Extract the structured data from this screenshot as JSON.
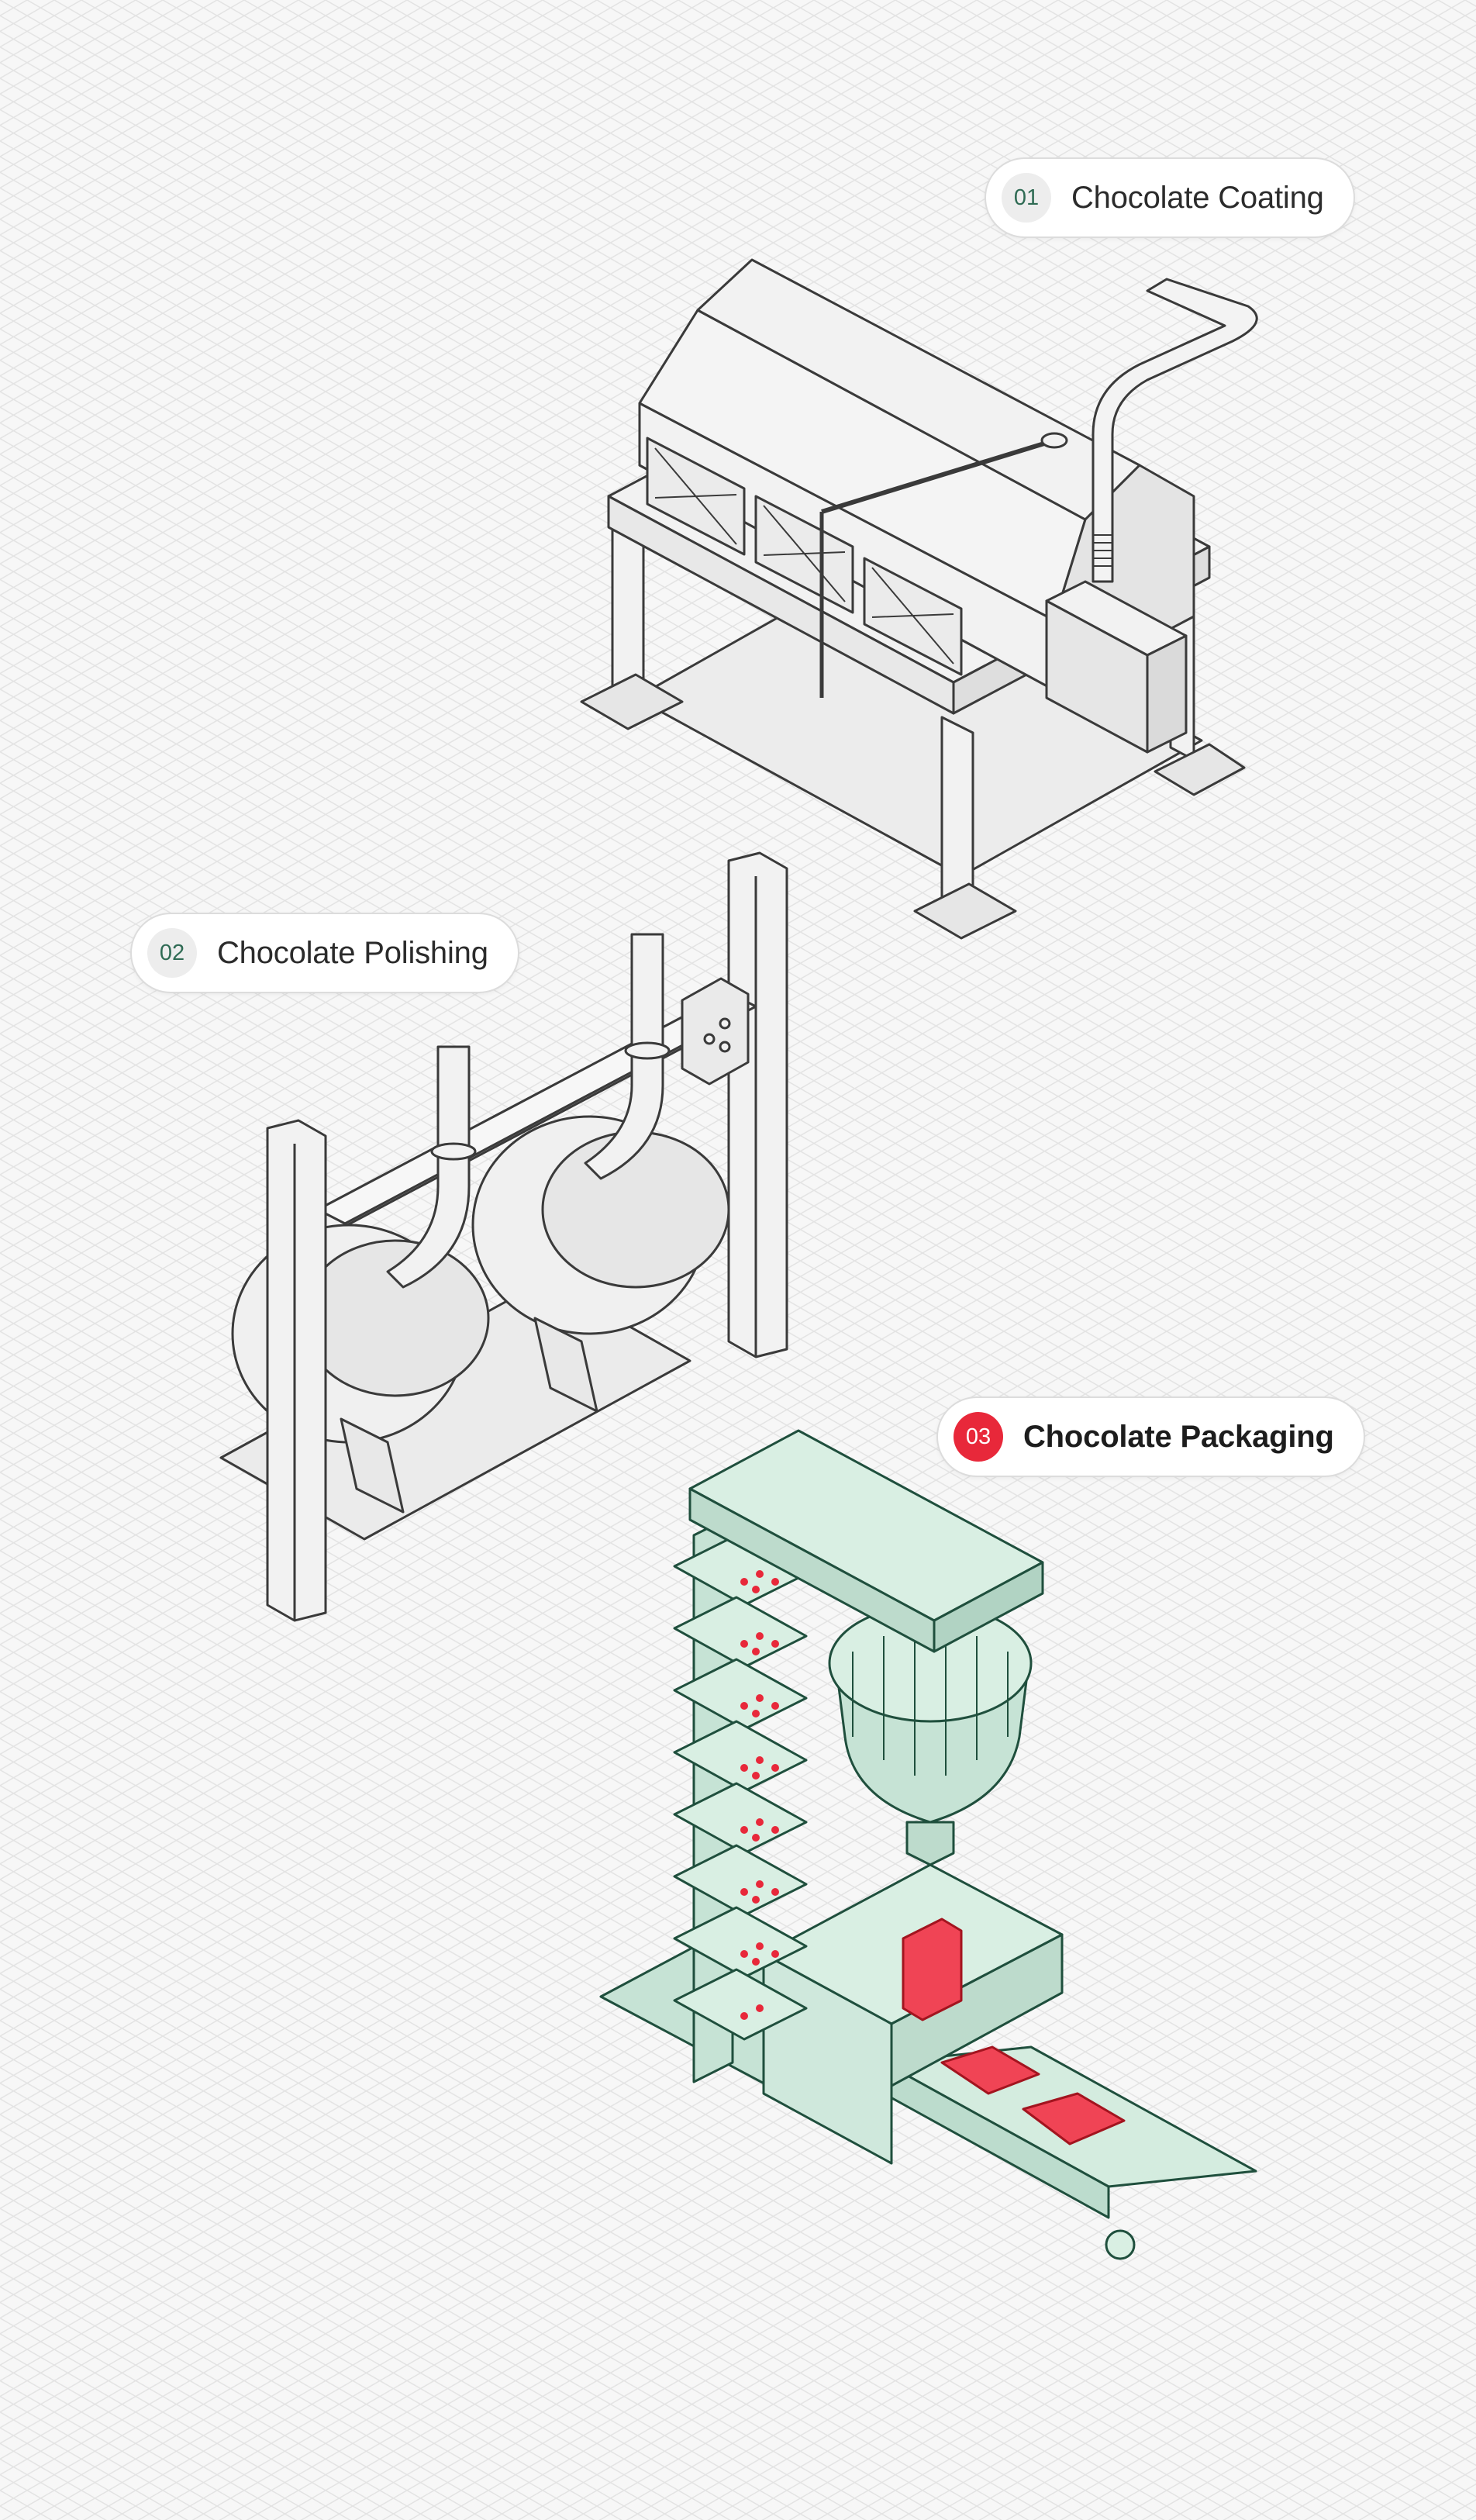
{
  "colors": {
    "background": "#f7f7f7",
    "grid": "#e2e2e2",
    "machine_fill": "#f2f2f2",
    "machine_stroke": "#3a3a3a",
    "packaging_fill": "#cfe8dc",
    "packaging_stroke": "#1f4f3d",
    "accent": "#e8283a"
  },
  "steps": [
    {
      "number": "01",
      "label": "Chocolate Coating",
      "active": false
    },
    {
      "number": "02",
      "label": "Chocolate Polishing",
      "active": false
    },
    {
      "number": "03",
      "label": "Chocolate Packaging",
      "active": true
    }
  ]
}
